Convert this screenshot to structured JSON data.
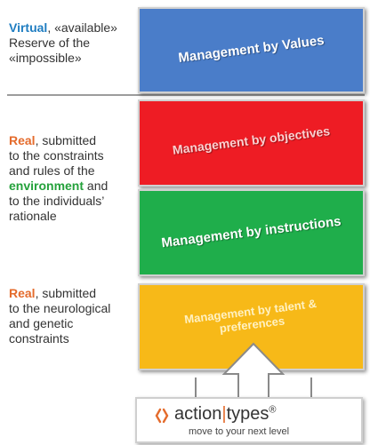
{
  "captions": {
    "virtual": {
      "lead": "Virtual",
      "rest_line1": ", «available»",
      "line2": "Reserve of the",
      "line3": "«impossible»"
    },
    "real_env": {
      "lead": "Real",
      "rest_line1": ", submitted",
      "line2": "to the constraints",
      "line3": "and rules of the",
      "env_word": "environment",
      "env_rest": " and",
      "line5": "to the individuals’",
      "line6": "rationale"
    },
    "real_neuro": {
      "lead": "Real",
      "rest_line1": ", submitted",
      "line2": "to the neurological",
      "line3": "and genetic",
      "line4": "constraints"
    }
  },
  "blocks": {
    "values": "Management by Values",
    "objectives": "Management by objectives",
    "instructions": "Management by instructions",
    "talent_line1": "Management by talent &",
    "talent_line2": "preferences"
  },
  "logo": {
    "name_left": "action",
    "separator": "|",
    "name_right": "types",
    "reg": "®",
    "tagline": "move to your next level"
  },
  "colors": {
    "blue_block": "#4a7dc9",
    "red_block": "#ee1c24",
    "green_block": "#1fae4b",
    "yellow_block": "#f7b918",
    "highlight_blue": "#1f7dc1",
    "highlight_orange": "#e46b2c",
    "highlight_green": "#24a13b"
  },
  "icons": {
    "logo_mark": "action-types-bracket-icon",
    "arrow": "up-arrow-icon"
  }
}
